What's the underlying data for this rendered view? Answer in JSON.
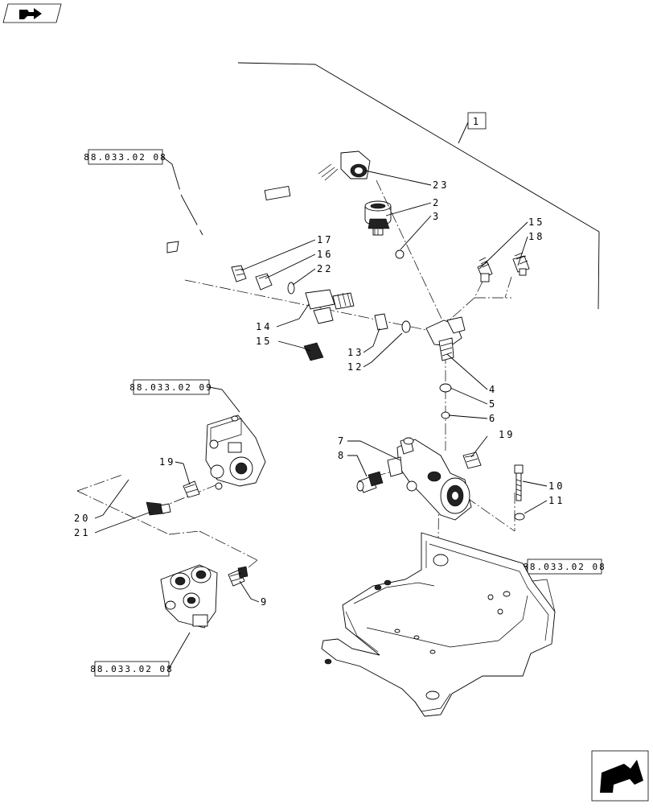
{
  "refs": {
    "r1": "88.033.02 08",
    "r2": "88.033.02 09",
    "r3": "88.033.02 08",
    "r4": "88.033.02 08"
  },
  "assembly_label": "1",
  "callouts": {
    "c23": "23",
    "c2": "2",
    "c3": "3",
    "c15a": "15",
    "c18": "18",
    "c17": "17",
    "c16": "16",
    "c22": "22",
    "c14": "14",
    "c15b": "15",
    "c13": "13",
    "c12": "12",
    "c4": "4",
    "c5": "5",
    "c6": "6",
    "c7": "7",
    "c8": "8",
    "c19a": "19",
    "c19b": "19",
    "c10": "10",
    "c11": "11",
    "c20": "20",
    "c21": "21",
    "c9": "9"
  },
  "icons": {
    "top_left": "book-arrow-icon",
    "bottom_right": "next-page-arrow-icon"
  }
}
